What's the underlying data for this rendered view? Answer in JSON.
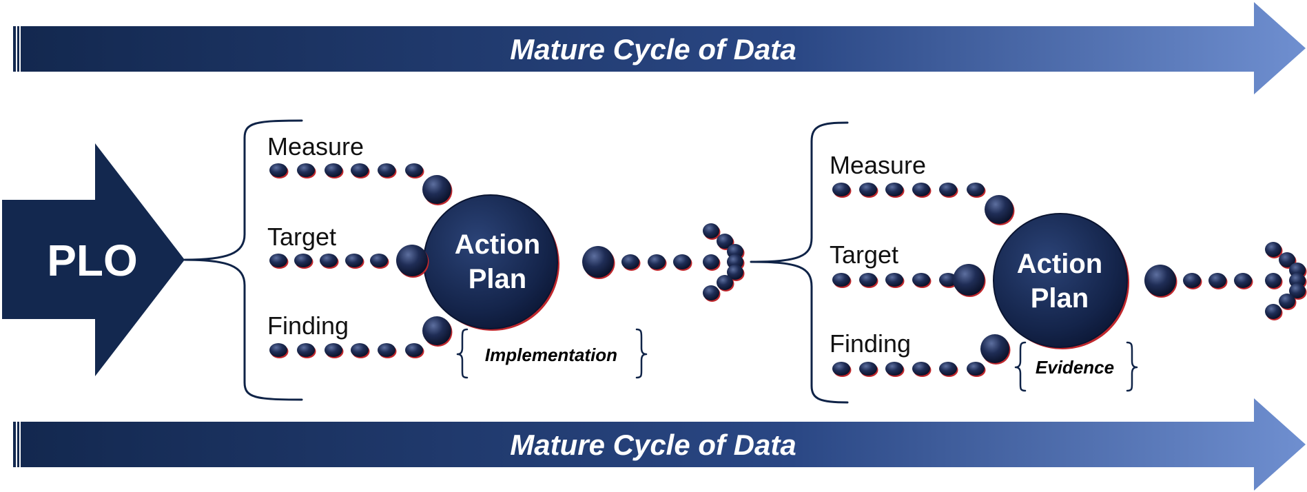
{
  "banners": {
    "top": "Mature Cycle of Data",
    "bottom": "Mature Cycle of Data"
  },
  "plo": {
    "label": "PLO"
  },
  "cycles": [
    {
      "inputs": [
        "Measure",
        "Target",
        "Finding"
      ],
      "node_line1": "Action",
      "node_line2": "Plan",
      "note": "Implementation"
    },
    {
      "inputs": [
        "Measure",
        "Target",
        "Finding"
      ],
      "node_line1": "Action",
      "node_line2": "Plan",
      "note": "Evidence"
    }
  ],
  "colors": {
    "navy": "#0f2347",
    "banner_dark": "#13284f",
    "banner_light": "#6f8fd0",
    "bead_shadow": "#c0282d"
  }
}
